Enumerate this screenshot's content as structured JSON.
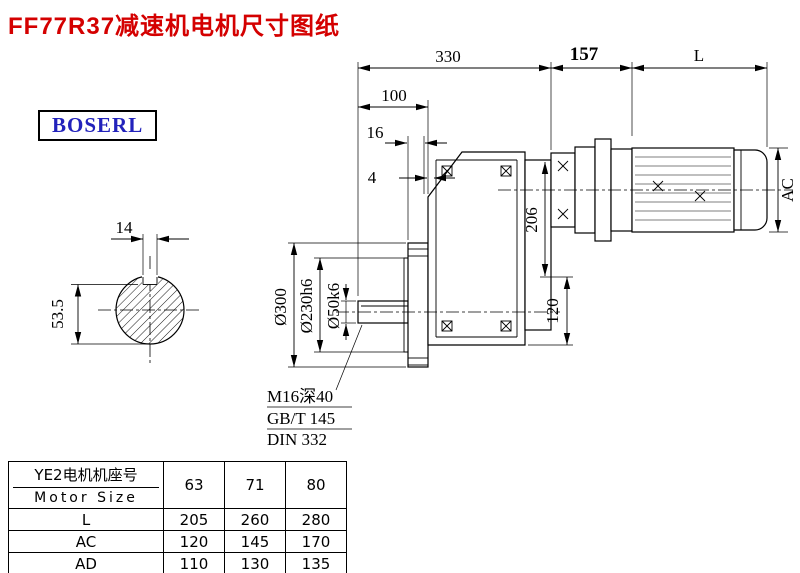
{
  "page": {
    "title": "FF77R37减速机电机尺寸图纸",
    "brand": "BOSERL"
  },
  "drawing": {
    "top_dims": {
      "d330": "330",
      "d157": "157",
      "dL": "L",
      "d100": "100",
      "d16": "16",
      "d4": "4"
    },
    "side_dims": {
      "dAC": "AC",
      "d206": "206",
      "d120": "120"
    },
    "diameters": {
      "d300": "Ø300",
      "d230": "Ø230h6",
      "d50": "Ø50k6"
    },
    "shaft_section": {
      "d14": "14",
      "d53_5": "53.5"
    },
    "notes": [
      "M16深40",
      "GB/T 145",
      "DIN 332"
    ]
  },
  "table": {
    "header": {
      "title_cn": "YE2电机机座号",
      "title_en": "Motor Size",
      "sizes": [
        "63",
        "71",
        "80"
      ]
    },
    "rows": [
      {
        "label": "L",
        "values": [
          "205",
          "260",
          "280"
        ]
      },
      {
        "label": "AC",
        "values": [
          "120",
          "145",
          "170"
        ]
      },
      {
        "label": "AD",
        "values": [
          "110",
          "130",
          "135"
        ]
      }
    ]
  }
}
